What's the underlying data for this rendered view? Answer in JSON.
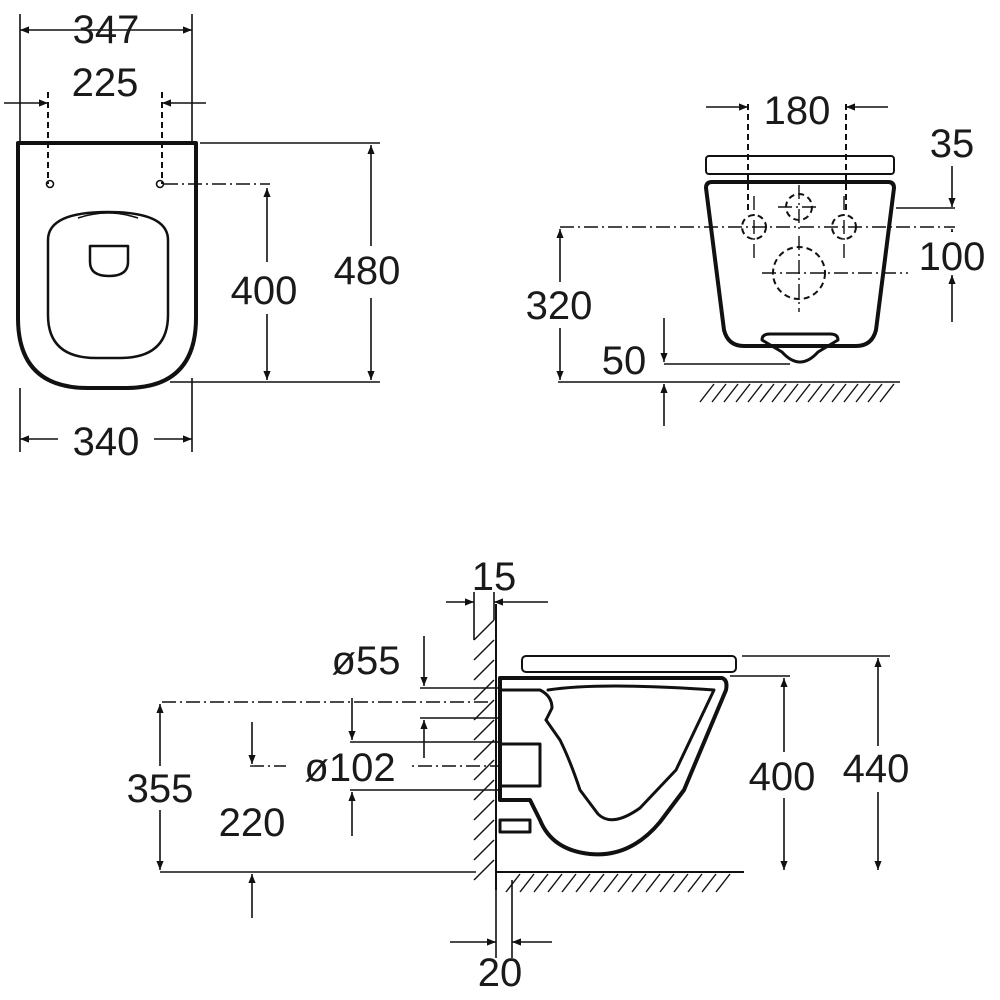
{
  "top_view": {
    "overall_width": "347",
    "fixing_spacing": "225",
    "fixing_to_front": "400",
    "overall_length": "480",
    "body_width": "340"
  },
  "rear_view": {
    "bolt_spacing": "180",
    "seat_to_bolts": "35",
    "bolt_to_outlet": "100",
    "outlet_height": "320",
    "base_height": "50"
  },
  "side_view": {
    "wall_gap_top": "15",
    "inlet_diameter": "ø55",
    "outlet_diameter": "ø102",
    "inlet_height": "355",
    "outlet_height": "220",
    "rim_height": "400",
    "seat_height": "440",
    "wall_gap_bottom": "20"
  },
  "colors": {
    "line": "#111111",
    "text": "#1a1a1a",
    "background": "#ffffff"
  }
}
